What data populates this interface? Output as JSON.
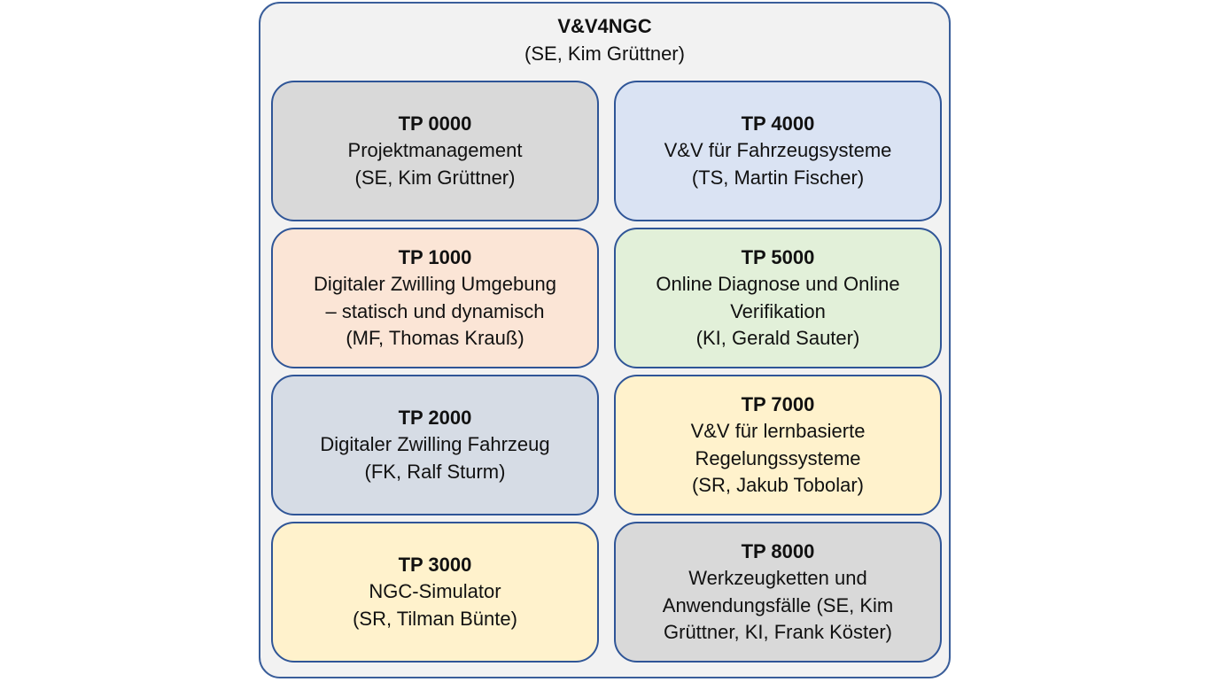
{
  "title": "V&V4NGC",
  "subtitle": "(SE, Kim Grüttner)",
  "boxes": [
    {
      "id": "TP 0000",
      "lines": [
        "Projektmanagement",
        "(SE, Kim Grüttner)"
      ],
      "color": "#d9d9d9"
    },
    {
      "id": "TP 4000",
      "lines": [
        "V&V für Fahrzeugsysteme",
        "(TS, Martin Fischer)"
      ],
      "color": "#dae3f3"
    },
    {
      "id": "TP 1000",
      "lines": [
        "Digitaler Zwilling Umgebung",
        "– statisch und dynamisch",
        "(MF, Thomas Krauß)"
      ],
      "color": "#fbe5d6"
    },
    {
      "id": "TP 5000",
      "lines": [
        "Online Diagnose und Online",
        "Verifikation",
        "(KI, Gerald Sauter)"
      ],
      "color": "#e2f0d9"
    },
    {
      "id": "TP 2000",
      "lines": [
        "Digitaler Zwilling Fahrzeug",
        "(FK, Ralf Sturm)"
      ],
      "color": "#d6dce5"
    },
    {
      "id": "TP 7000",
      "lines": [
        "V&V für lernbasierte",
        "Regelungssysteme",
        "(SR, Jakub Tobolar)"
      ],
      "color": "#fff2cc"
    },
    {
      "id": "TP 3000",
      "lines": [
        "NGC-Simulator",
        "(SR, Tilman Bünte)"
      ],
      "color": "#fff2cc"
    },
    {
      "id": "TP 8000",
      "lines": [
        "Werkzeugketten und",
        "Anwendungsfälle (SE, Kim",
        "Grüttner, KI, Frank Köster)"
      ],
      "color": "#d9d9d9"
    }
  ]
}
